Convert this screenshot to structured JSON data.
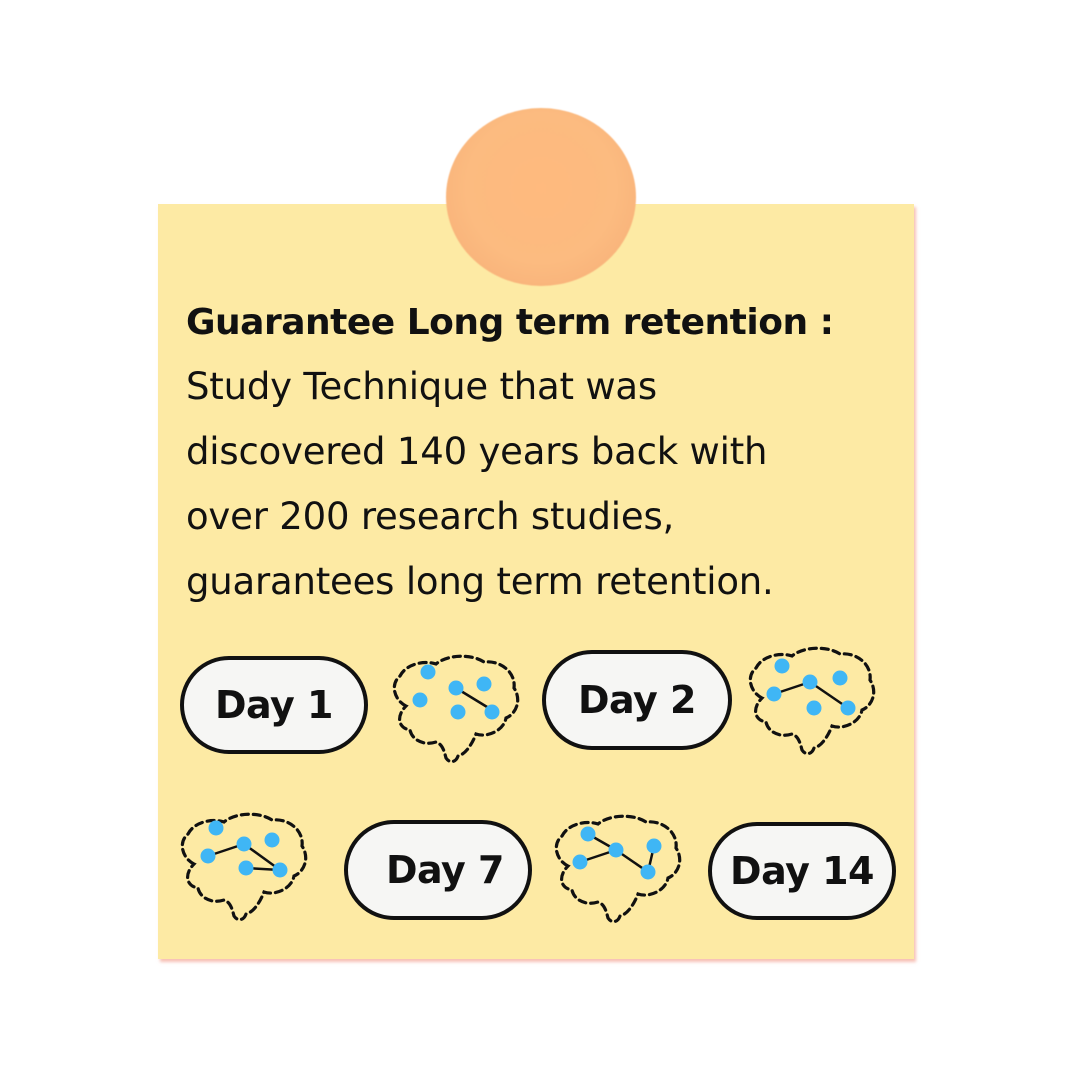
{
  "note": {
    "heading": "Guarantee Long term retention :",
    "body_lines": [
      "Study Technique that was",
      "discovered 140 years back with",
      "over 200 research studies,",
      "guarantees long term retention."
    ]
  },
  "schedule": {
    "days": [
      "Day 1",
      "Day 2",
      "Day 7",
      "Day 14"
    ]
  },
  "colors": {
    "note_background": "#fdeaa4",
    "pin": "#fcbb80",
    "pill_background": "#f6f6f4",
    "node_blue": "#3fb6f5",
    "outline": "#111111"
  },
  "icons": [
    "pin-icon",
    "brain-icon"
  ]
}
